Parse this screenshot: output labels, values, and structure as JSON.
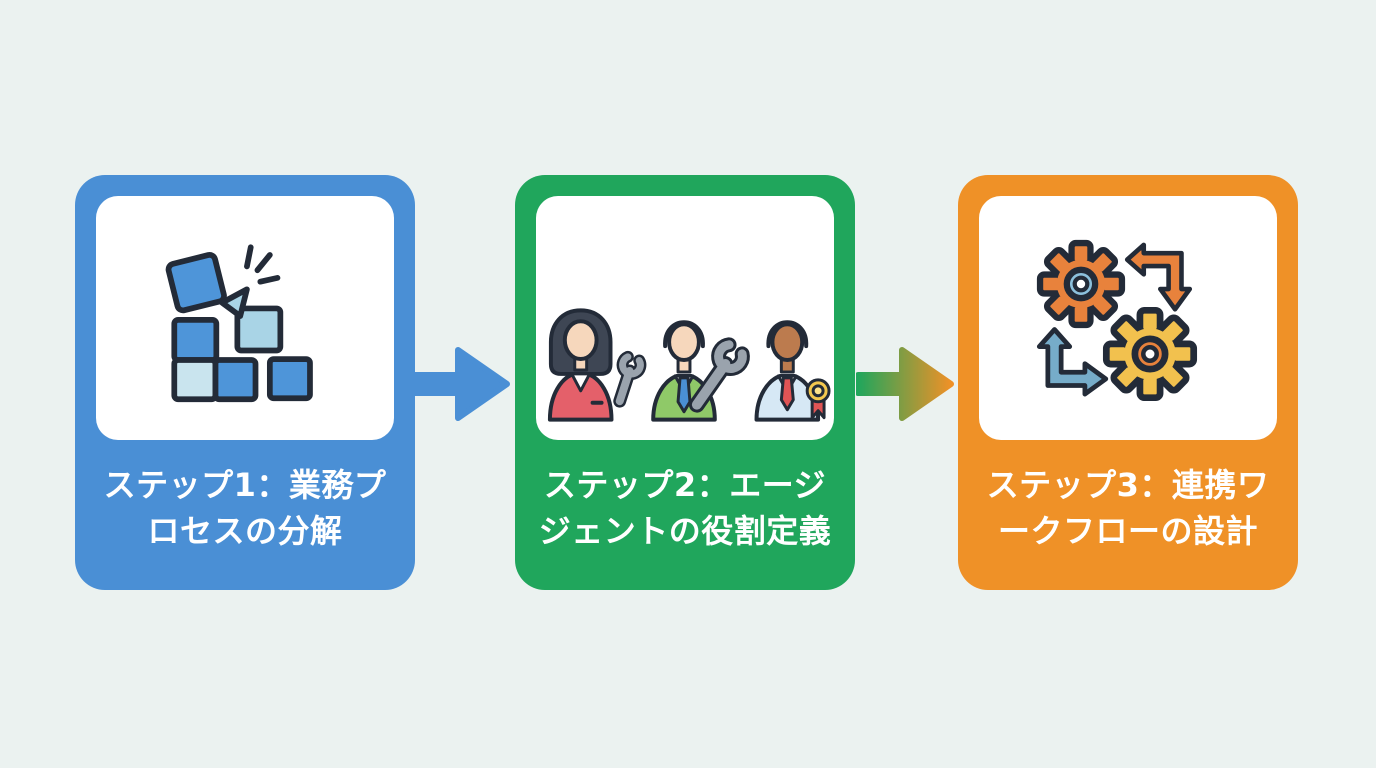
{
  "background_color": "#EBF2F0",
  "steps": [
    {
      "step_number": "1",
      "card_color": "#4A8FD5",
      "icon": "building-blocks-icon",
      "label_line1": "ステップ1：業務プ",
      "label_line2": "ロセスの分解"
    },
    {
      "step_number": "2",
      "card_color": "#20A65C",
      "icon": "team-members-icon",
      "label_line1": "ステップ2：エージ",
      "label_line2": "ジェントの役割定義"
    },
    {
      "step_number": "3",
      "card_color": "#EF9127",
      "icon": "gears-cycle-icon",
      "label_line1": "ステップ3：連携ワ",
      "label_line2": "ークフローの設計"
    }
  ],
  "arrows": [
    {
      "direction": "right",
      "color": "#4A8FD5"
    },
    {
      "direction": "right",
      "gradient_from": "#20A65C",
      "gradient_to": "#EF9127"
    }
  ],
  "icon_colors": {
    "outline": "#232B38",
    "block_blue": "#4E95D9",
    "block_light_blue": "#A9D4E6",
    "block_lighter_blue": "#C9E4EE",
    "hair_dark": "#3E4654",
    "skin_light": "#F6D7BC",
    "skin_brown": "#BC7B4E",
    "jacket_red": "#E4606A",
    "shirt_green": "#8FC968",
    "shirt_light_blue": "#D6E8F5",
    "tie_blue": "#4A8FD4",
    "tie_red": "#E05455",
    "wrench_gray": "#9AA3AD",
    "badge_yellow": "#F3C84F",
    "badge_center_yellow": "#FBE28A",
    "badge_ribbon_red": "#E05455",
    "gear_orange": "#E8823C",
    "gear_yellow": "#F2C14E",
    "gear_ring_blue": "#8CC0DC",
    "cycle_arrow_orange": "#E8823C",
    "cycle_arrow_blue": "#76ACC9",
    "collar_white": "#FFFFFF"
  }
}
